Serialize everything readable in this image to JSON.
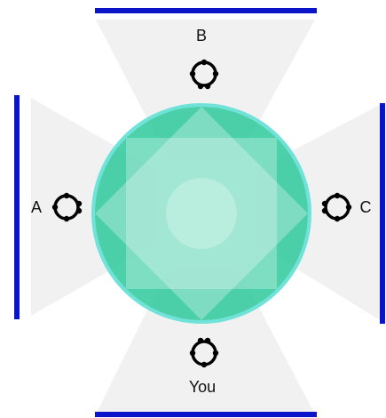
{
  "players": {
    "top": {
      "label": "B"
    },
    "left": {
      "label": "A"
    },
    "right": {
      "label": "C"
    },
    "bottom": {
      "label": "You"
    }
  },
  "colors": {
    "wall": "#0a14c8",
    "view_cone": "#ececec",
    "circle_fill": "#2ec99c",
    "circle_ring": "#6fe3d9",
    "star": "#e9f7f2",
    "figure": "#000000",
    "text": "#111111"
  },
  "icons": {
    "player": "circle-with-nubs-icon"
  }
}
